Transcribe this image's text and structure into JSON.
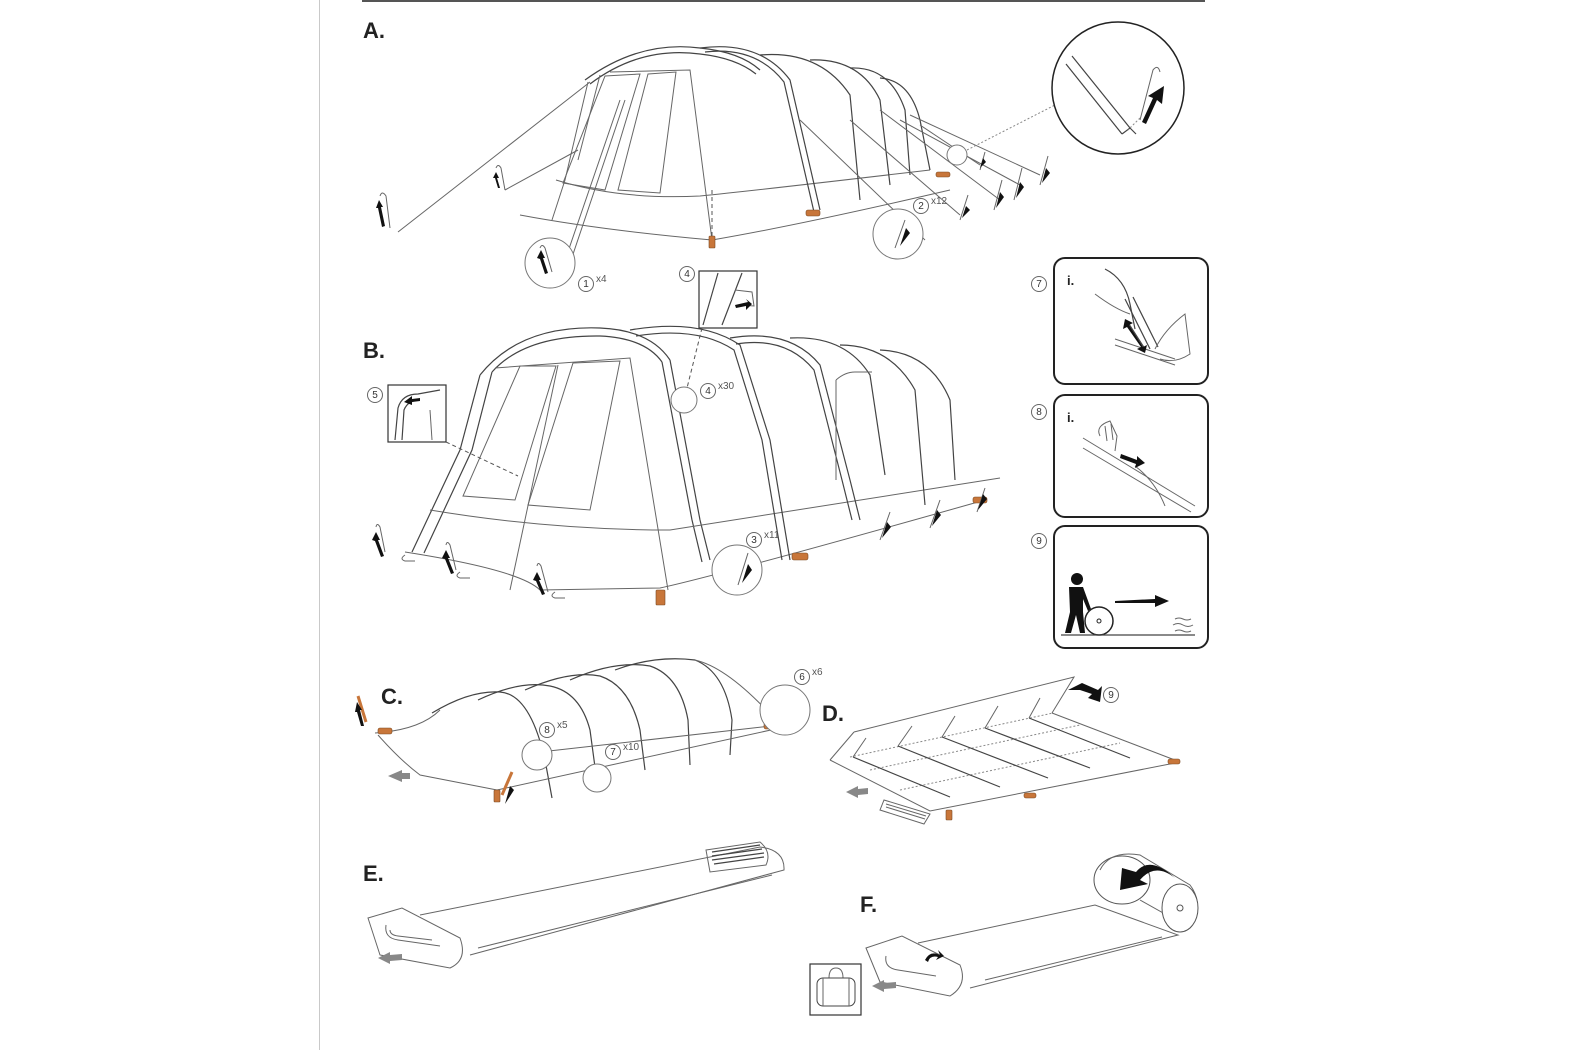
{
  "document": {
    "type": "assembly-instructions",
    "subject": "inflatable tunnel tent pitching and packing"
  },
  "colors": {
    "accent_orange": "#c8763a",
    "line_gray": "#666666",
    "ink": "#222222"
  },
  "steps": {
    "a": {
      "label": "A."
    },
    "b": {
      "label": "B."
    },
    "c": {
      "label": "C."
    },
    "d": {
      "label": "D."
    },
    "e": {
      "label": "E."
    },
    "f": {
      "label": "F."
    }
  },
  "callouts": {
    "a1": {
      "num": "1",
      "qty": "x4"
    },
    "a2": {
      "num": "2",
      "qty": "x12"
    },
    "b4_detail": {
      "num": "4"
    },
    "b4": {
      "num": "4",
      "qty": "x30"
    },
    "b5": {
      "num": "5"
    },
    "b3": {
      "num": "3",
      "qty": "x11"
    },
    "c6": {
      "num": "6",
      "qty": "x6"
    },
    "c8": {
      "num": "8",
      "qty": "x5"
    },
    "c7": {
      "num": "7",
      "qty": "x10"
    },
    "d9": {
      "num": "9"
    }
  },
  "panels": {
    "p7": {
      "num": "7",
      "sub": "i."
    },
    "p8": {
      "num": "8",
      "sub": "i."
    },
    "p9": {
      "num": "9"
    }
  },
  "icons": {
    "peg": "tent-peg-icon",
    "arrow": "insert-arrow-icon",
    "bag": "carry-bag-icon",
    "person": "person-rolling-icon"
  }
}
